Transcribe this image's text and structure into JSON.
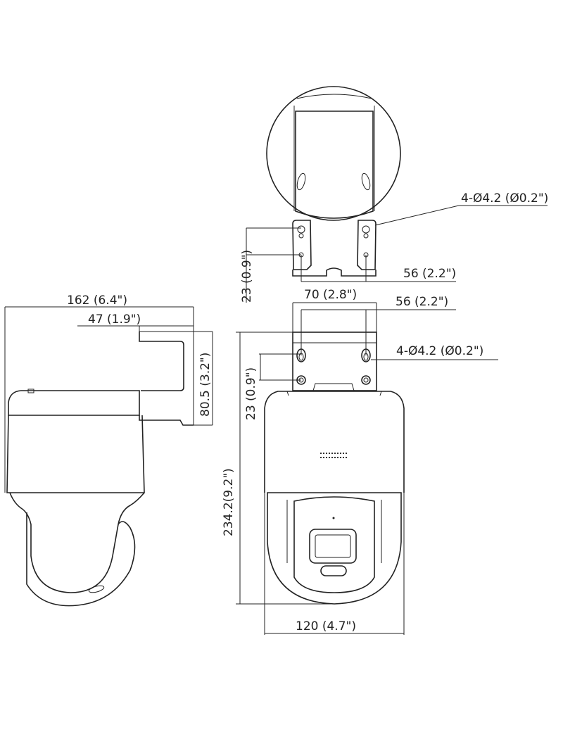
{
  "side_view": {
    "width_total": "162 (6.4\")",
    "bracket_depth": "47 (1.9\")",
    "bracket_height": "80.5 (3.2\")"
  },
  "top_view": {
    "hole_spec": "4-Ø4.2 (Ø0.2\")",
    "hole_spacing_horizontal": "56 (2.2\")",
    "hole_spacing_vertical": "23 (0.9\")"
  },
  "front_view": {
    "bracket_width": "70 (2.8\")",
    "hole_spacing_horizontal": "56 (2.2\")",
    "hole_spec": "4-Ø4.2 (Ø0.2\")",
    "hole_spacing_vertical": "23 (0.9\")",
    "total_height": "234.2(9.2\")",
    "body_width": "120 (4.7\")"
  }
}
